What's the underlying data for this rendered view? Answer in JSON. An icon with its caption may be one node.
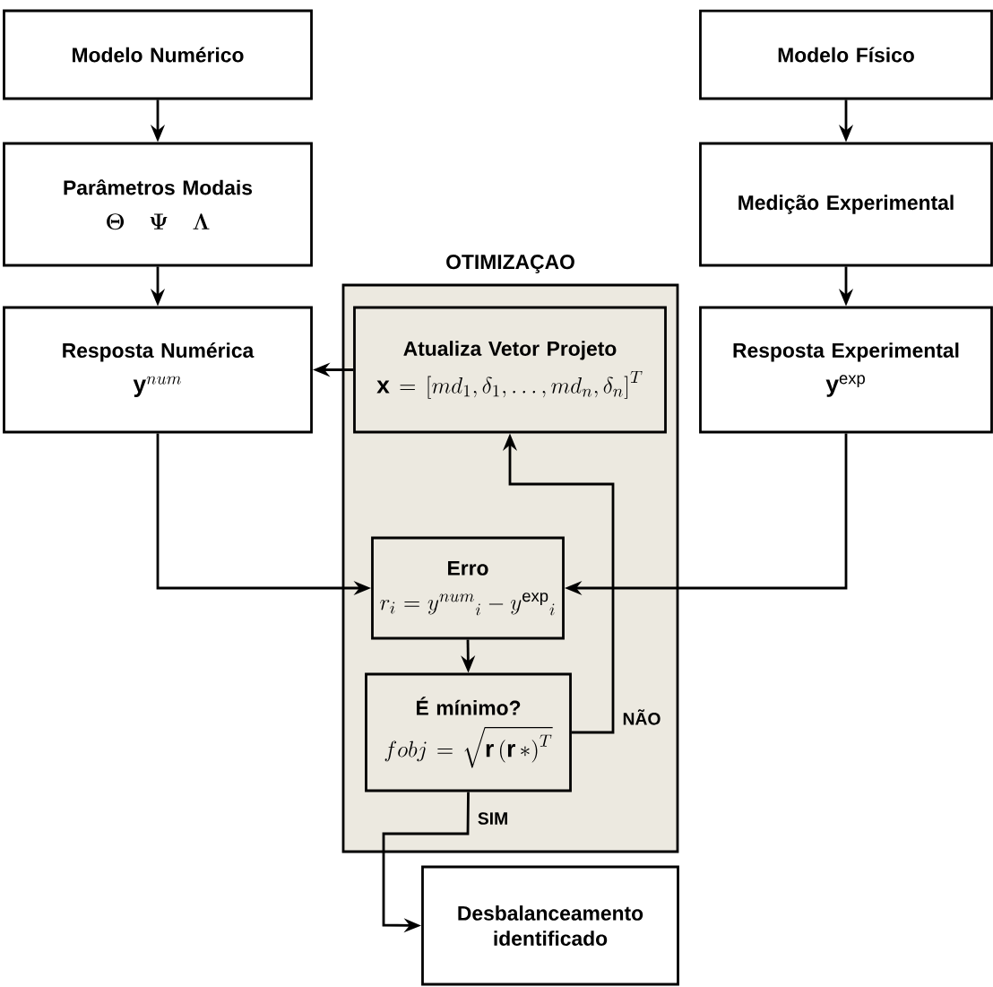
{
  "diagram": {
    "nodes": [
      {
        "text": [
          "Modelo Numérico"
        ]
      },
      {
        "text": [
          "Parâmetros Modais",
          "\\boldsymbol{\\Theta}\\quad\\boldsymbol{\\Psi}\\quad\\boldsymbol{\\Lambda}"
        ]
      },
      {
        "text": [
          "Resposta Numérica",
          "\\mathbf{y}^{num}"
        ]
      },
      {
        "text": [
          "Modelo Físico"
        ]
      },
      {
        "text": [
          "Medição Experimental"
        ]
      },
      {
        "text": [
          "Resposta Experimental",
          "\\mathbf{y}^{\\exp}"
        ]
      },
      {
        "text": [
          "OTIMIZAÇAO"
        ]
      },
      {
        "text": [
          "Atualiza Vetor Projeto",
          "\\mathbf{x}=\\left[md_{1},\\delta_{1},\\ldots,md_{n},\\delta_{n}\\right]^{T}"
        ],
        "in": 6
      },
      {
        "text": [
          "Erro",
          "r_{i}={y^{num}}_{i}-{y^{\\exp}}_{i}"
        ],
        "in": 6
      },
      {
        "text": [
          "É mínimo?",
          "fobj=\\sqrt{\\mathbf{r}\\left(\\mathbf{r}\\,*\\right)^{T}}"
        ],
        "in": 6
      },
      {
        "text": [
          "Desbalanceamento identificado"
        ]
      }
    ],
    "edges": [
      {
        "from": 0,
        "to": 1,
        "arrow": "to"
      },
      {
        "from": 1,
        "to": 2,
        "arrow": "to"
      },
      {
        "from": 3,
        "to": 4,
        "arrow": "to"
      },
      {
        "from": 4,
        "to": 5,
        "arrow": "to"
      },
      {
        "from": 7,
        "to": 2,
        "arrow": "to"
      },
      {
        "from": 2,
        "to": 8,
        "arrow": "to"
      },
      {
        "from": 5,
        "to": 8,
        "arrow": "to"
      },
      {
        "from": 8,
        "to": 9,
        "arrow": "to"
      },
      {
        "from": 9,
        "to": 7,
        "arrow": "to",
        "label": "NÃO"
      },
      {
        "from": 9,
        "to": 10,
        "arrow": "to",
        "label": "SIM"
      }
    ]
  }
}
